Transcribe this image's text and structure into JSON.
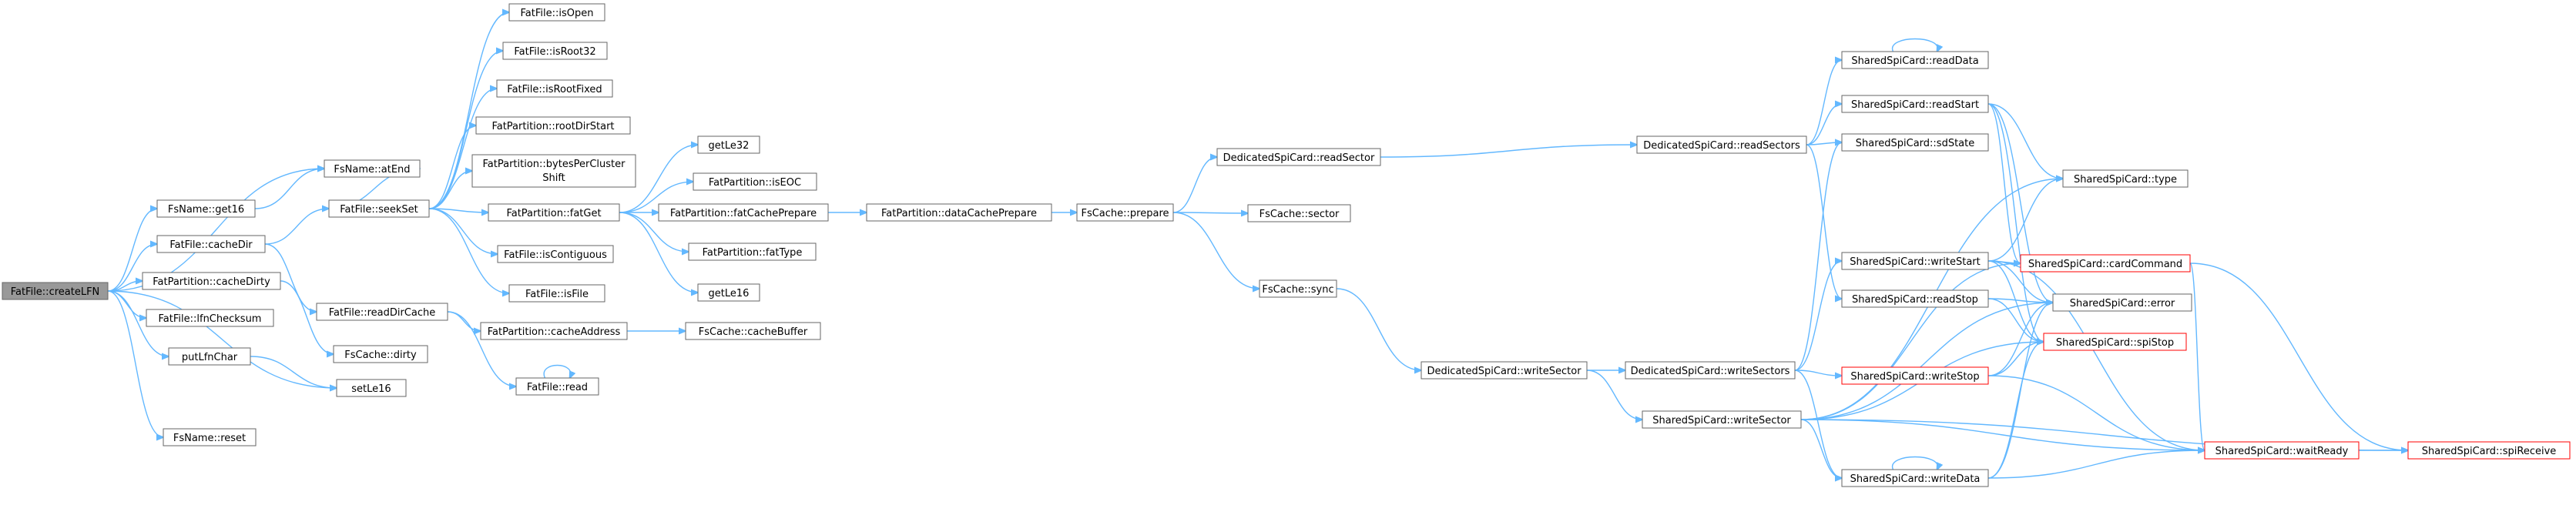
{
  "colors": {
    "edge": "#63b8ff",
    "root_fill": "#999999",
    "highlight_border": "#ff0000",
    "border": "#666666"
  },
  "nodes": [
    {
      "id": "root",
      "label": "FatFile::createLFN",
      "root": true
    },
    {
      "id": "atEnd",
      "label": "FsName::atEnd"
    },
    {
      "id": "get16",
      "label": "FsName::get16"
    },
    {
      "id": "cacheDir",
      "label": "FatFile::cacheDir"
    },
    {
      "id": "cacheDirty",
      "label": "FatPartition::cacheDirty"
    },
    {
      "id": "lfnChecksum",
      "label": "FatFile::lfnChecksum"
    },
    {
      "id": "putLfnChar",
      "label": "putLfnChar"
    },
    {
      "id": "setLe16",
      "label": "setLe16"
    },
    {
      "id": "reset",
      "label": "FsName::reset"
    },
    {
      "id": "seekSet",
      "label": "FatFile::seekSet"
    },
    {
      "id": "readDirCache",
      "label": "FatFile::readDirCache"
    },
    {
      "id": "dirty",
      "label": "FsCache::dirty"
    },
    {
      "id": "isOpen",
      "label": "FatFile::isOpen"
    },
    {
      "id": "isRoot32",
      "label": "FatFile::isRoot32"
    },
    {
      "id": "isRootFixed",
      "label": "FatFile::isRootFixed"
    },
    {
      "id": "rootDirStart",
      "label": "FatPartition::rootDirStart"
    },
    {
      "id": "bytesPerCluster",
      "label": "FatPartition::bytesPerCluster",
      "label2": "Shift"
    },
    {
      "id": "fatGet",
      "label": "FatPartition::fatGet"
    },
    {
      "id": "isContiguous",
      "label": "FatFile::isContiguous"
    },
    {
      "id": "isFile",
      "label": "FatFile::isFile"
    },
    {
      "id": "cacheAddress",
      "label": "FatPartition::cacheAddress"
    },
    {
      "id": "read",
      "label": "FatFile::read"
    },
    {
      "id": "getLe32",
      "label": "getLe32"
    },
    {
      "id": "isEOC",
      "label": "FatPartition::isEOC"
    },
    {
      "id": "fatCachePrepare",
      "label": "FatPartition::fatCachePrepare"
    },
    {
      "id": "fatType",
      "label": "FatPartition::fatType"
    },
    {
      "id": "getLe16",
      "label": "getLe16"
    },
    {
      "id": "cacheBuffer",
      "label": "FsCache::cacheBuffer"
    },
    {
      "id": "dataCachePrepare",
      "label": "FatPartition::dataCachePrepare"
    },
    {
      "id": "prepare",
      "label": "FsCache::prepare"
    },
    {
      "id": "readSector",
      "label": "DedicatedSpiCard::readSector"
    },
    {
      "id": "sector",
      "label": "FsCache::sector"
    },
    {
      "id": "sync",
      "label": "FsCache::sync"
    },
    {
      "id": "writeSector",
      "label": "DedicatedSpiCard::writeSector"
    },
    {
      "id": "readSectors",
      "label": "DedicatedSpiCard::readSectors"
    },
    {
      "id": "writeSectors",
      "label": "DedicatedSpiCard::writeSectors"
    },
    {
      "id": "sWriteSector",
      "label": "SharedSpiCard::writeSector"
    },
    {
      "id": "readData",
      "label": "SharedSpiCard::readData"
    },
    {
      "id": "readStart",
      "label": "SharedSpiCard::readStart"
    },
    {
      "id": "sdState",
      "label": "SharedSpiCard::sdState"
    },
    {
      "id": "writeStart",
      "label": "SharedSpiCard::writeStart"
    },
    {
      "id": "readStop",
      "label": "SharedSpiCard::readStop"
    },
    {
      "id": "writeStop",
      "label": "SharedSpiCard::writeStop",
      "red": true
    },
    {
      "id": "writeData",
      "label": "SharedSpiCard::writeData"
    },
    {
      "id": "type",
      "label": "SharedSpiCard::type"
    },
    {
      "id": "cardCommand",
      "label": "SharedSpiCard::cardCommand",
      "red": true
    },
    {
      "id": "error",
      "label": "SharedSpiCard::error"
    },
    {
      "id": "spiStop",
      "label": "SharedSpiCard::spiStop",
      "red": true
    },
    {
      "id": "waitReady",
      "label": "SharedSpiCard::waitReady",
      "red": true
    },
    {
      "id": "spiReceive",
      "label": "SharedSpiCard::spiReceive",
      "red": true
    }
  ],
  "edges": [
    [
      "root",
      "atEnd"
    ],
    [
      "root",
      "get16"
    ],
    [
      "root",
      "cacheDir"
    ],
    [
      "root",
      "cacheDirty"
    ],
    [
      "root",
      "lfnChecksum"
    ],
    [
      "root",
      "putLfnChar"
    ],
    [
      "root",
      "setLe16"
    ],
    [
      "root",
      "reset"
    ],
    [
      "get16",
      "atEnd"
    ],
    [
      "cacheDir",
      "seekSet"
    ],
    [
      "cacheDir",
      "readDirCache"
    ],
    [
      "cacheDirty",
      "dirty"
    ],
    [
      "putLfnChar",
      "setLe16"
    ],
    [
      "seekSet",
      "atEnd"
    ],
    [
      "seekSet",
      "isOpen"
    ],
    [
      "seekSet",
      "isRoot32"
    ],
    [
      "seekSet",
      "isRootFixed"
    ],
    [
      "seekSet",
      "rootDirStart"
    ],
    [
      "seekSet",
      "bytesPerCluster"
    ],
    [
      "seekSet",
      "fatGet"
    ],
    [
      "seekSet",
      "isContiguous"
    ],
    [
      "seekSet",
      "isFile"
    ],
    [
      "readDirCache",
      "cacheAddress"
    ],
    [
      "readDirCache",
      "read"
    ],
    [
      "read",
      "read"
    ],
    [
      "cacheAddress",
      "cacheBuffer"
    ],
    [
      "fatGet",
      "getLe32"
    ],
    [
      "fatGet",
      "isEOC"
    ],
    [
      "fatGet",
      "fatCachePrepare"
    ],
    [
      "fatGet",
      "fatType"
    ],
    [
      "fatGet",
      "getLe16"
    ],
    [
      "fatCachePrepare",
      "dataCachePrepare"
    ],
    [
      "dataCachePrepare",
      "prepare"
    ],
    [
      "prepare",
      "readSector"
    ],
    [
      "prepare",
      "sector"
    ],
    [
      "prepare",
      "sync"
    ],
    [
      "readSector",
      "readSectors"
    ],
    [
      "sync",
      "writeSector"
    ],
    [
      "writeSector",
      "writeSectors"
    ],
    [
      "writeSector",
      "sWriteSector"
    ],
    [
      "readSectors",
      "readData"
    ],
    [
      "readSectors",
      "readStart"
    ],
    [
      "readSectors",
      "sdState"
    ],
    [
      "readSectors",
      "readStop"
    ],
    [
      "readData",
      "readData"
    ],
    [
      "writeSectors",
      "sdState"
    ],
    [
      "writeSectors",
      "writeStart"
    ],
    [
      "writeSectors",
      "writeStop"
    ],
    [
      "writeSectors",
      "writeData"
    ],
    [
      "sWriteSector",
      "type"
    ],
    [
      "sWriteSector",
      "cardCommand"
    ],
    [
      "sWriteSector",
      "error"
    ],
    [
      "sWriteSector",
      "spiStop"
    ],
    [
      "sWriteSector",
      "writeData"
    ],
    [
      "sWriteSector",
      "waitReady"
    ],
    [
      "sWriteSector",
      "spiReceive"
    ],
    [
      "readStart",
      "type"
    ],
    [
      "readStart",
      "cardCommand"
    ],
    [
      "readStart",
      "error"
    ],
    [
      "readStart",
      "spiStop"
    ],
    [
      "writeStart",
      "type"
    ],
    [
      "writeStart",
      "cardCommand"
    ],
    [
      "writeStart",
      "error"
    ],
    [
      "writeStart",
      "spiStop"
    ],
    [
      "writeStart",
      "waitReady"
    ],
    [
      "readStop",
      "error"
    ],
    [
      "readStop",
      "spiStop"
    ],
    [
      "writeStop",
      "error"
    ],
    [
      "writeStop",
      "spiStop"
    ],
    [
      "writeStop",
      "waitReady"
    ],
    [
      "writeData",
      "writeData"
    ],
    [
      "writeData",
      "error"
    ],
    [
      "writeData",
      "spiStop"
    ],
    [
      "writeData",
      "waitReady"
    ],
    [
      "cardCommand",
      "waitReady"
    ],
    [
      "cardCommand",
      "spiReceive"
    ],
    [
      "waitReady",
      "spiReceive"
    ]
  ]
}
